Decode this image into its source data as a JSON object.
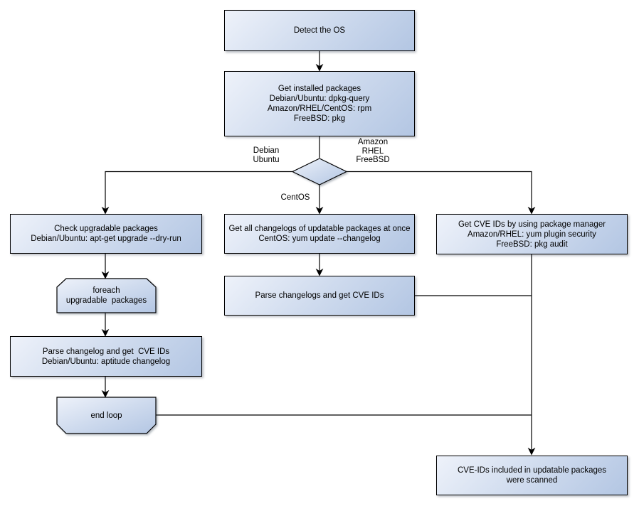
{
  "nodes": {
    "detect_os": "Detect the OS",
    "get_installed_packages": "Get installed packages\nDebian/Ubuntu: dpkg-query\nAmazon/RHEL/CentOS: rpm\nFreeBSD: pkg",
    "check_upgradable_packages": "Check upgradable packages\nDebian/Ubuntu: apt-get upgrade --dry-run",
    "foreach_loop": "foreach\nupgradable  packages",
    "parse_changelog_left": "Parse changelog and get  CVE IDs\nDebian/Ubuntu: aptitude changelog",
    "end_loop": "end loop",
    "get_all_changelogs": "Get all changelogs of updatable packages at once\nCentOS: yum update --changelog",
    "parse_changelogs_mid": "Parse changelogs and get CVE IDs",
    "get_cve_ids_right": "Get CVE IDs by using package manager\nAmazon/RHEL: yum plugin security\nFreeBSD: pkg audit",
    "scan_result": "CVE-IDs included in updatable packages\nwere scanned"
  },
  "edge_labels": {
    "debian_ubuntu": "Debian\nUbuntu",
    "amazon_rhel_freebsd": "Amazon\nRHEL\nFreeBSD",
    "centos": "CentOS"
  },
  "colors": {
    "node_fill_light": "#eef2fa",
    "node_fill_mid": "#cfdbee",
    "node_fill_dark": "#b3c6e3",
    "node_border": "#000000",
    "connector": "#000000",
    "text": "#000000",
    "background": "#ffffff"
  }
}
